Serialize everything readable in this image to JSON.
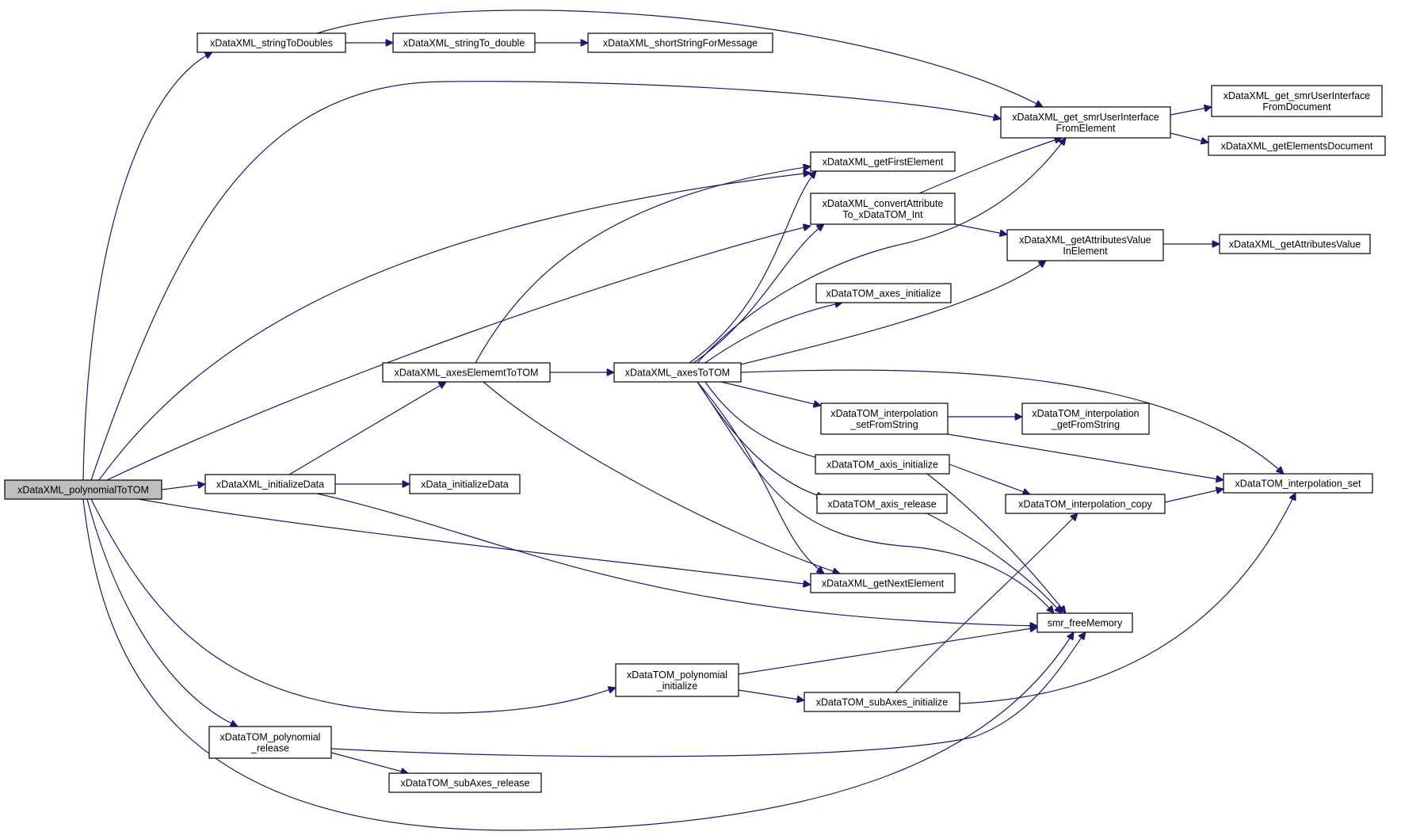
{
  "diagram": {
    "type": "call-graph",
    "root": "n_polyToTOM",
    "colors": {
      "edge": "#191970",
      "root_fill": "#bfbfbf",
      "node_fill": "#ffffff",
      "node_border": "#000000"
    },
    "nodes": [
      {
        "id": "n_polyToTOM",
        "lines": [
          "xDataXML_polynomialToTOM"
        ]
      },
      {
        "id": "n_strToDoubles",
        "lines": [
          "xDataXML_stringToDoubles"
        ]
      },
      {
        "id": "n_strToDouble",
        "lines": [
          "xDataXML_stringTo_double"
        ]
      },
      {
        "id": "n_shortString",
        "lines": [
          "xDataXML_shortStringForMessage"
        ]
      },
      {
        "id": "n_getSmrFromElement",
        "lines": [
          "xDataXML_get_smrUserInterface",
          "FromElement"
        ]
      },
      {
        "id": "n_getSmrFromDocument",
        "lines": [
          "xDataXML_get_smrUserInterface",
          "FromDocument"
        ]
      },
      {
        "id": "n_getElementsDocument",
        "lines": [
          "xDataXML_getElementsDocument"
        ]
      },
      {
        "id": "n_getFirstElement",
        "lines": [
          "xDataXML_getFirstElement"
        ]
      },
      {
        "id": "n_convertAttr",
        "lines": [
          "xDataXML_convertAttribute",
          "To_xDataTOM_Int"
        ]
      },
      {
        "id": "n_getAttrValueInElement",
        "lines": [
          "xDataXML_getAttributesValue",
          "InElement"
        ]
      },
      {
        "id": "n_getAttrValue",
        "lines": [
          "xDataXML_getAttributesValue"
        ]
      },
      {
        "id": "n_axesInit",
        "lines": [
          "xDataTOM_axes_initialize"
        ]
      },
      {
        "id": "n_axesElemToTOM",
        "lines": [
          "xDataXML_axesElememtToTOM"
        ]
      },
      {
        "id": "n_axesToTOM",
        "lines": [
          "xDataXML_axesToTOM"
        ]
      },
      {
        "id": "n_interpSetFromString",
        "lines": [
          "xDataTOM_interpolation",
          "_setFromString"
        ]
      },
      {
        "id": "n_interpGetFromString",
        "lines": [
          "xDataTOM_interpolation",
          "_getFromString"
        ]
      },
      {
        "id": "n_initializeData",
        "lines": [
          "xDataXML_initializeData"
        ]
      },
      {
        "id": "n_xDataInitData",
        "lines": [
          "xData_initializeData"
        ]
      },
      {
        "id": "n_axisInit",
        "lines": [
          "xDataTOM_axis_initialize"
        ]
      },
      {
        "id": "n_interpSet",
        "lines": [
          "xDataTOM_interpolation_set"
        ]
      },
      {
        "id": "n_axisRelease",
        "lines": [
          "xDataTOM_axis_release"
        ]
      },
      {
        "id": "n_interpCopy",
        "lines": [
          "xDataTOM_interpolation_copy"
        ]
      },
      {
        "id": "n_getNextElement",
        "lines": [
          "xDataXML_getNextElement"
        ]
      },
      {
        "id": "n_freeMemory",
        "lines": [
          "smr_freeMemory"
        ]
      },
      {
        "id": "n_polyInit",
        "lines": [
          "xDataTOM_polynomial",
          "_initialize"
        ]
      },
      {
        "id": "n_subAxesInit",
        "lines": [
          "xDataTOM_subAxes_initialize"
        ]
      },
      {
        "id": "n_polyRelease",
        "lines": [
          "xDataTOM_polynomial",
          "_release"
        ]
      },
      {
        "id": "n_subAxesRelease",
        "lines": [
          "xDataTOM_subAxes_release"
        ]
      }
    ],
    "edges": [
      [
        "n_polyToTOM",
        "n_strToDoubles"
      ],
      [
        "n_polyToTOM",
        "n_getSmrFromElement"
      ],
      [
        "n_polyToTOM",
        "n_getFirstElement"
      ],
      [
        "n_polyToTOM",
        "n_convertAttr"
      ],
      [
        "n_polyToTOM",
        "n_initializeData"
      ],
      [
        "n_polyToTOM",
        "n_getNextElement"
      ],
      [
        "n_polyToTOM",
        "n_polyInit"
      ],
      [
        "n_polyToTOM",
        "n_polyRelease"
      ],
      [
        "n_polyToTOM",
        "n_freeMemory"
      ],
      [
        "n_strToDoubles",
        "n_strToDouble"
      ],
      [
        "n_strToDoubles",
        "n_getSmrFromElement"
      ],
      [
        "n_strToDouble",
        "n_shortString"
      ],
      [
        "n_getSmrFromElement",
        "n_getSmrFromDocument"
      ],
      [
        "n_getSmrFromElement",
        "n_getElementsDocument"
      ],
      [
        "n_convertAttr",
        "n_getSmrFromElement"
      ],
      [
        "n_convertAttr",
        "n_getAttrValueInElement"
      ],
      [
        "n_getAttrValueInElement",
        "n_getAttrValue"
      ],
      [
        "n_initializeData",
        "n_axesElemToTOM"
      ],
      [
        "n_initializeData",
        "n_xDataInitData"
      ],
      [
        "n_initializeData",
        "n_freeMemory"
      ],
      [
        "n_axesElemToTOM",
        "n_getFirstElement"
      ],
      [
        "n_axesElemToTOM",
        "n_axesToTOM"
      ],
      [
        "n_axesElemToTOM",
        "n_getNextElement"
      ],
      [
        "n_axesToTOM",
        "n_getSmrFromElement"
      ],
      [
        "n_axesToTOM",
        "n_getFirstElement"
      ],
      [
        "n_axesToTOM",
        "n_convertAttr"
      ],
      [
        "n_axesToTOM",
        "n_getAttrValueInElement"
      ],
      [
        "n_axesToTOM",
        "n_axesInit"
      ],
      [
        "n_axesToTOM",
        "n_interpSetFromString"
      ],
      [
        "n_axesToTOM",
        "n_axisInit"
      ],
      [
        "n_axesToTOM",
        "n_axisRelease"
      ],
      [
        "n_axesToTOM",
        "n_getNextElement"
      ],
      [
        "n_axesToTOM",
        "n_interpSet"
      ],
      [
        "n_axesToTOM",
        "n_freeMemory"
      ],
      [
        "n_interpSetFromString",
        "n_interpGetFromString"
      ],
      [
        "n_interpSetFromString",
        "n_interpSet"
      ],
      [
        "n_axisInit",
        "n_interpCopy"
      ],
      [
        "n_axisInit",
        "n_freeMemory"
      ],
      [
        "n_axisRelease",
        "n_freeMemory"
      ],
      [
        "n_interpCopy",
        "n_interpSet"
      ],
      [
        "n_polyInit",
        "n_freeMemory"
      ],
      [
        "n_polyInit",
        "n_subAxesInit"
      ],
      [
        "n_subAxesInit",
        "n_interpCopy"
      ],
      [
        "n_subAxesInit",
        "n_interpSet"
      ],
      [
        "n_polyRelease",
        "n_freeMemory"
      ],
      [
        "n_polyRelease",
        "n_subAxesRelease"
      ]
    ]
  }
}
